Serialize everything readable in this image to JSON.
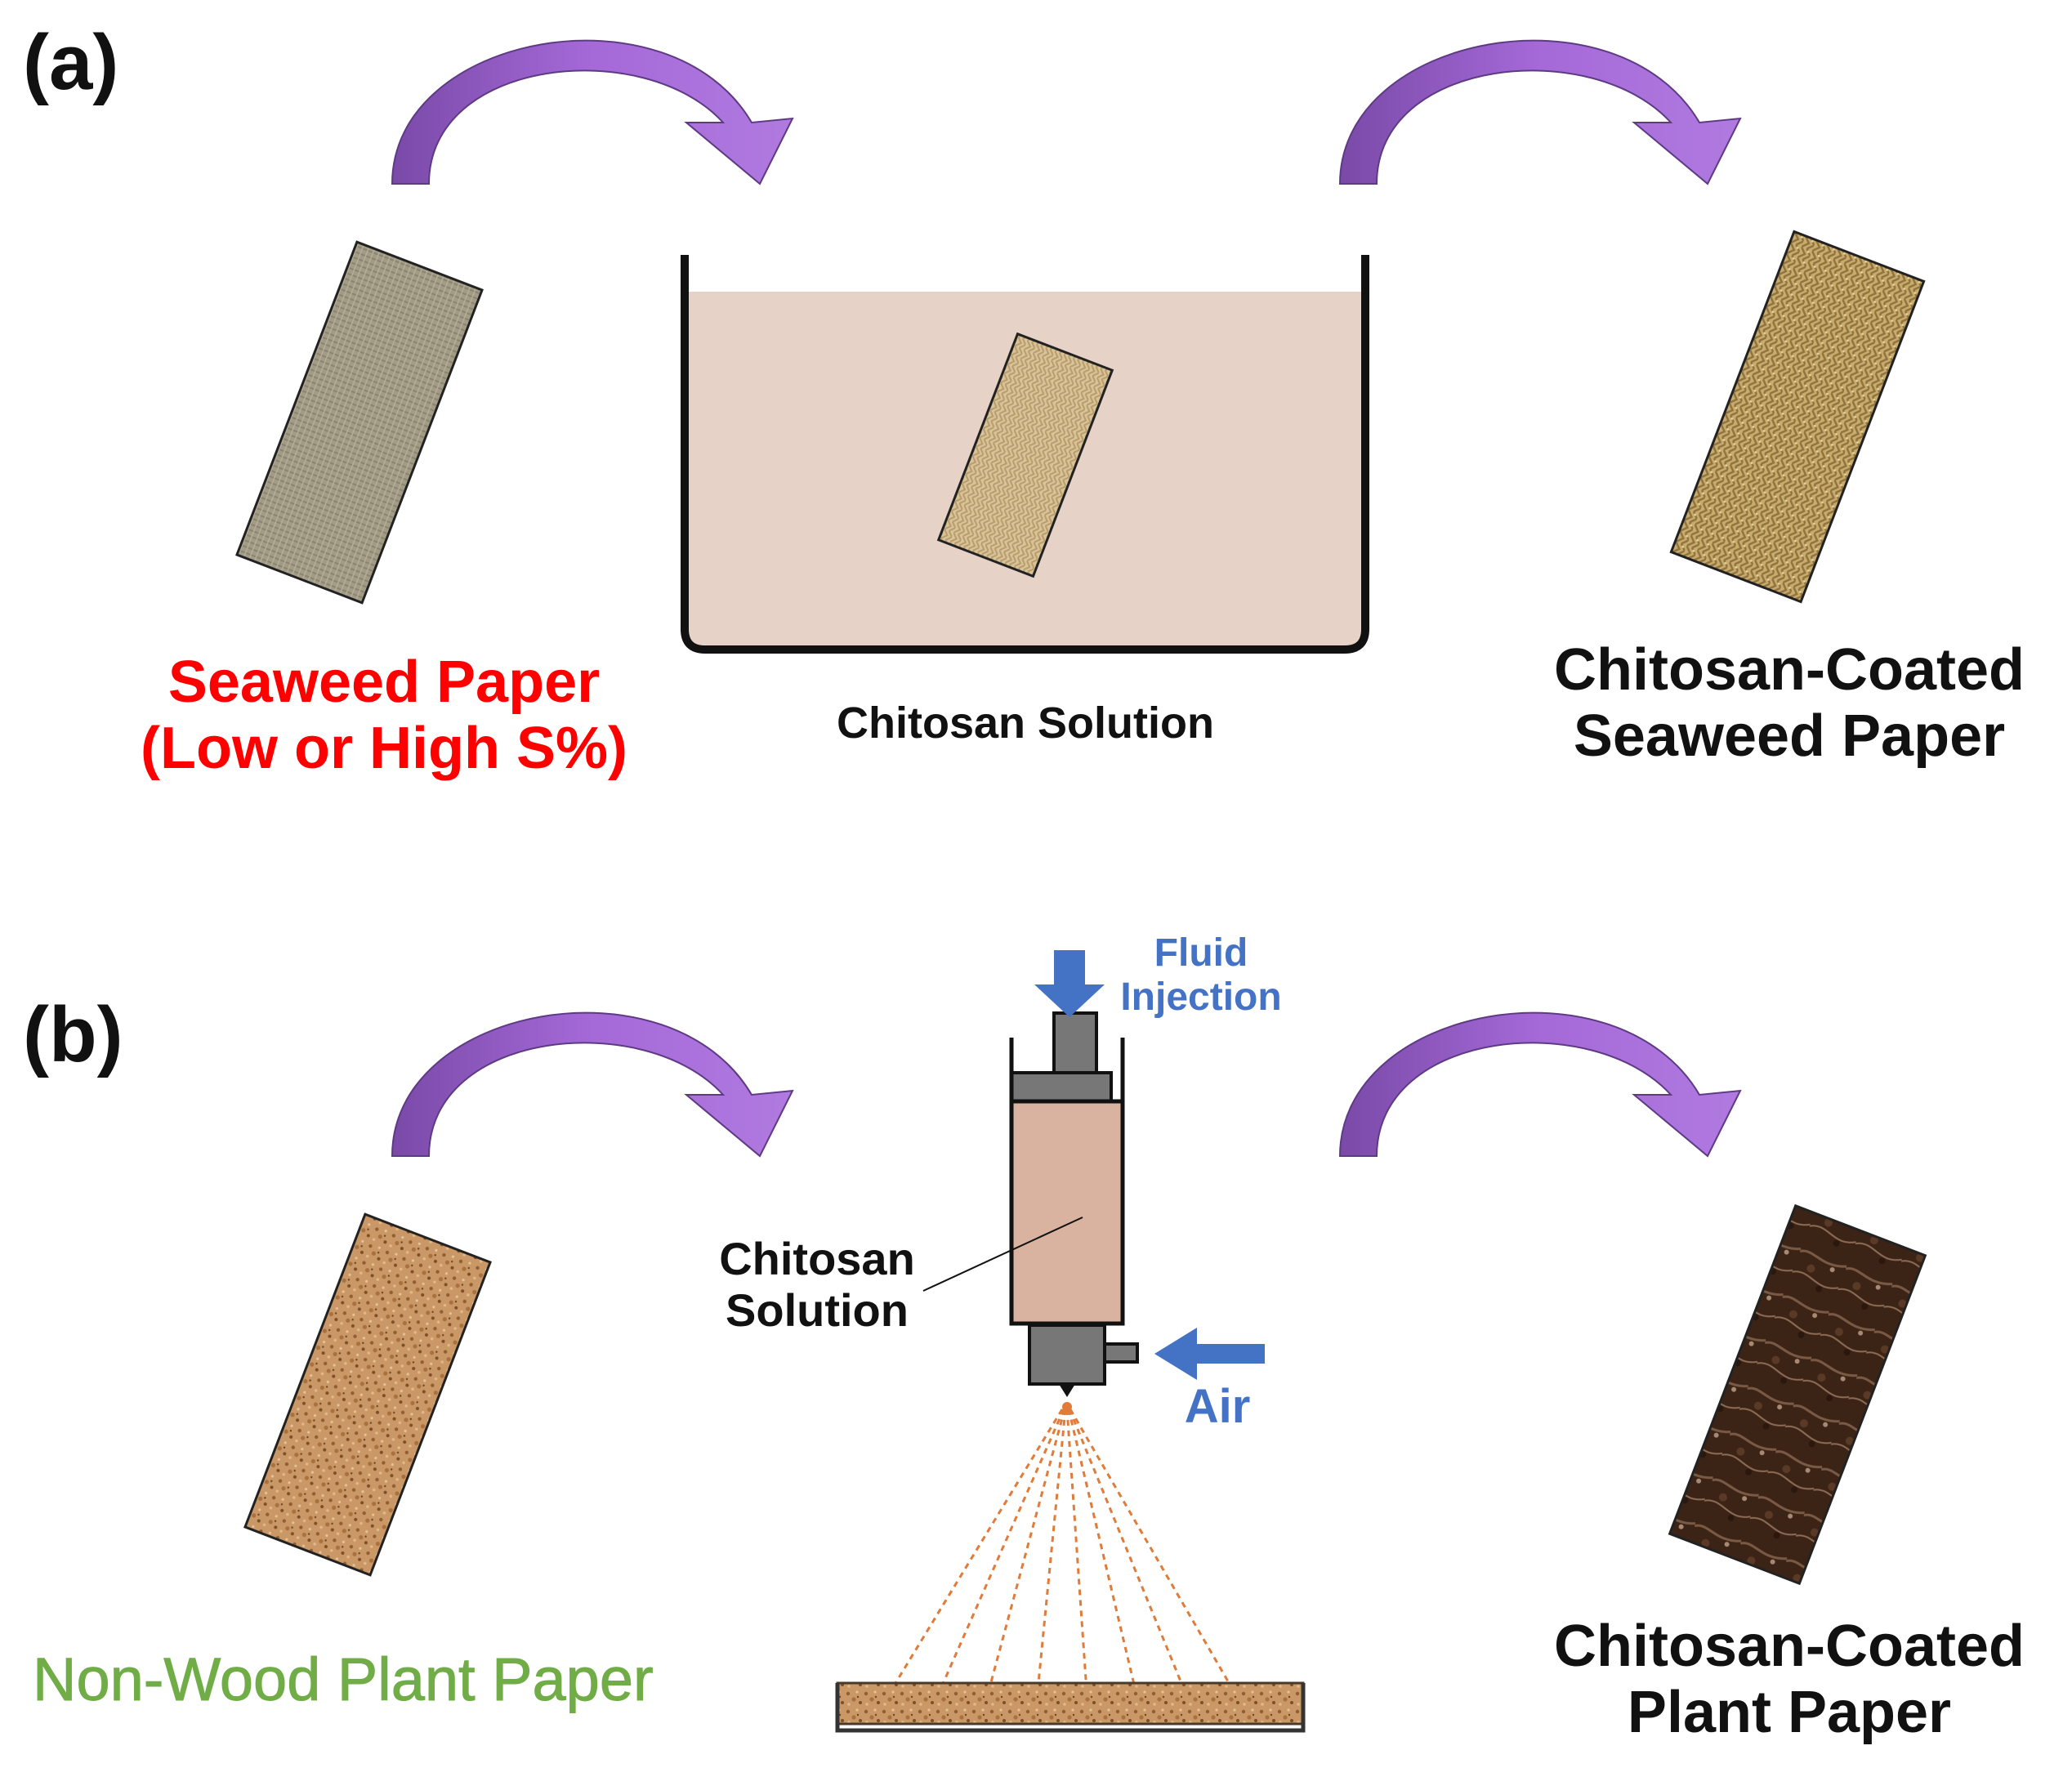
{
  "panel_a": {
    "tag": "(a)",
    "input_label_line1": "Seaweed Paper",
    "input_label_line2": "(Low or High S%)",
    "bath_label": "Chitosan Solution",
    "output_label_line1": "Chitosan-Coated",
    "output_label_line2": "Seaweed Paper"
  },
  "panel_b": {
    "tag": "(b)",
    "input_label": "Non-Wood Plant Paper",
    "fluid_label_line1": "Fluid",
    "fluid_label_line2": "Injection",
    "solution_label_line1": "Chitosan",
    "solution_label_line2": "Solution",
    "air_label": "Air",
    "output_label_line1": "Chitosan-Coated",
    "output_label_line2": "Plant Paper"
  },
  "colors": {
    "arrow": "#a569d8",
    "red_label": "#ff0000",
    "green_label": "#70ad47",
    "blue_label": "#4472c4",
    "solution": "#e6d2c6",
    "syringe_fluid": "#d9b3a0",
    "spray": "#e07b39"
  },
  "icons": [
    "curved-arrow-icon",
    "paper-strip-icon",
    "beaker-icon",
    "spray-gun-icon",
    "down-arrow-icon",
    "left-arrow-icon"
  ]
}
